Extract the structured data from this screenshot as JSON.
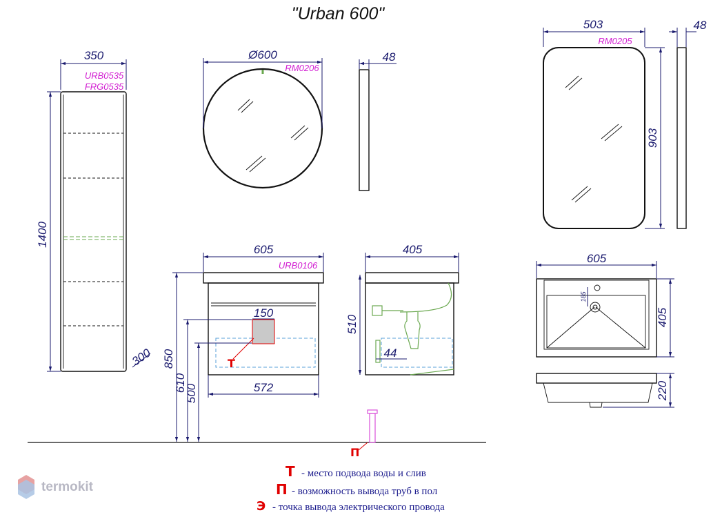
{
  "title": "\"Urban 600\"",
  "tall_cabinet": {
    "width_label": "350",
    "height_label": "1400",
    "depth_label": "300",
    "code_1": "URB0535",
    "code_2": "FRG0535"
  },
  "round_mirror": {
    "diameter_label": "Ø600",
    "code": "RM0206",
    "depth_label": "48"
  },
  "rect_mirror": {
    "width_label": "503",
    "code": "RM0205",
    "height_label": "903",
    "depth_label": "48"
  },
  "vanity_front": {
    "width_label": "605",
    "code": "URB0106",
    "box_label": "150",
    "inner_width_label": "572",
    "h850": "850",
    "h610": "610",
    "h500": "500",
    "marker_T": "Т"
  },
  "vanity_side": {
    "depth_label": "405",
    "height_label": "510",
    "inner_label": "44"
  },
  "basin_top": {
    "width_label": "605",
    "depth_label": "405",
    "hole_offset_label": "185"
  },
  "basin_side": {
    "height_label": "220"
  },
  "floor_marker_P": "П",
  "legend": [
    {
      "mark": "Т",
      "text": "- место подвода воды и слив",
      "color": "#e00000"
    },
    {
      "mark": "П",
      "text": "- возможность вывода труб в пол",
      "color": "#e00000"
    },
    {
      "mark": "Э",
      "text": "- точка вывода электрического провода",
      "color": "#e00000"
    }
  ],
  "watermark": "termokit",
  "colors": {
    "dimension": "#1a1a6e",
    "code": "#d21fd2",
    "marker": "#e00000",
    "pipe": "#6aa84f",
    "pink_pipe": "#d94fd9"
  }
}
